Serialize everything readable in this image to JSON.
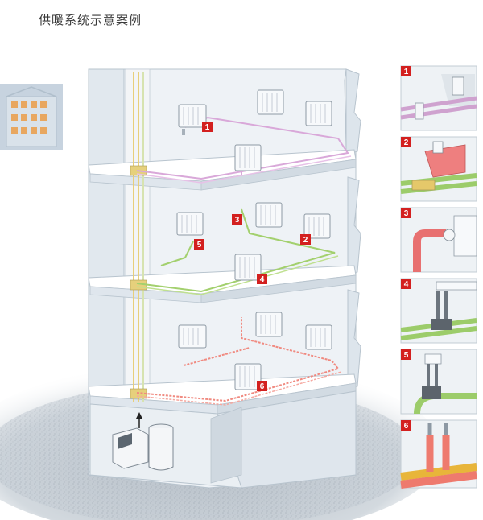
{
  "title": "供暖系统示意案例",
  "markers": {
    "m1": "1",
    "m2": "2",
    "m3": "3",
    "m4": "4",
    "m5": "5",
    "m6": "6"
  },
  "detail_panels": [
    {
      "number": "1",
      "pipe_color": "#cfa2cf"
    },
    {
      "number": "2",
      "pipe_color": "#9ccc6a"
    },
    {
      "number": "3",
      "pipe_color": "#e87070"
    },
    {
      "number": "4",
      "pipe_color": "#9ccc6a"
    },
    {
      "number": "5",
      "pipe_color": "#9ccc6a"
    },
    {
      "number": "6",
      "pipe_color": "#ee7a6e"
    }
  ],
  "colors": {
    "marker_red": "#d3201f",
    "floor1_pipe": "#d9a8d9",
    "floor2_pipe": "#a3d06e",
    "floor3_pipe": "#f08a80",
    "riser": "#e8cf7a",
    "wall": "#e4ebf1",
    "building_bg": "#c9d6e2"
  }
}
